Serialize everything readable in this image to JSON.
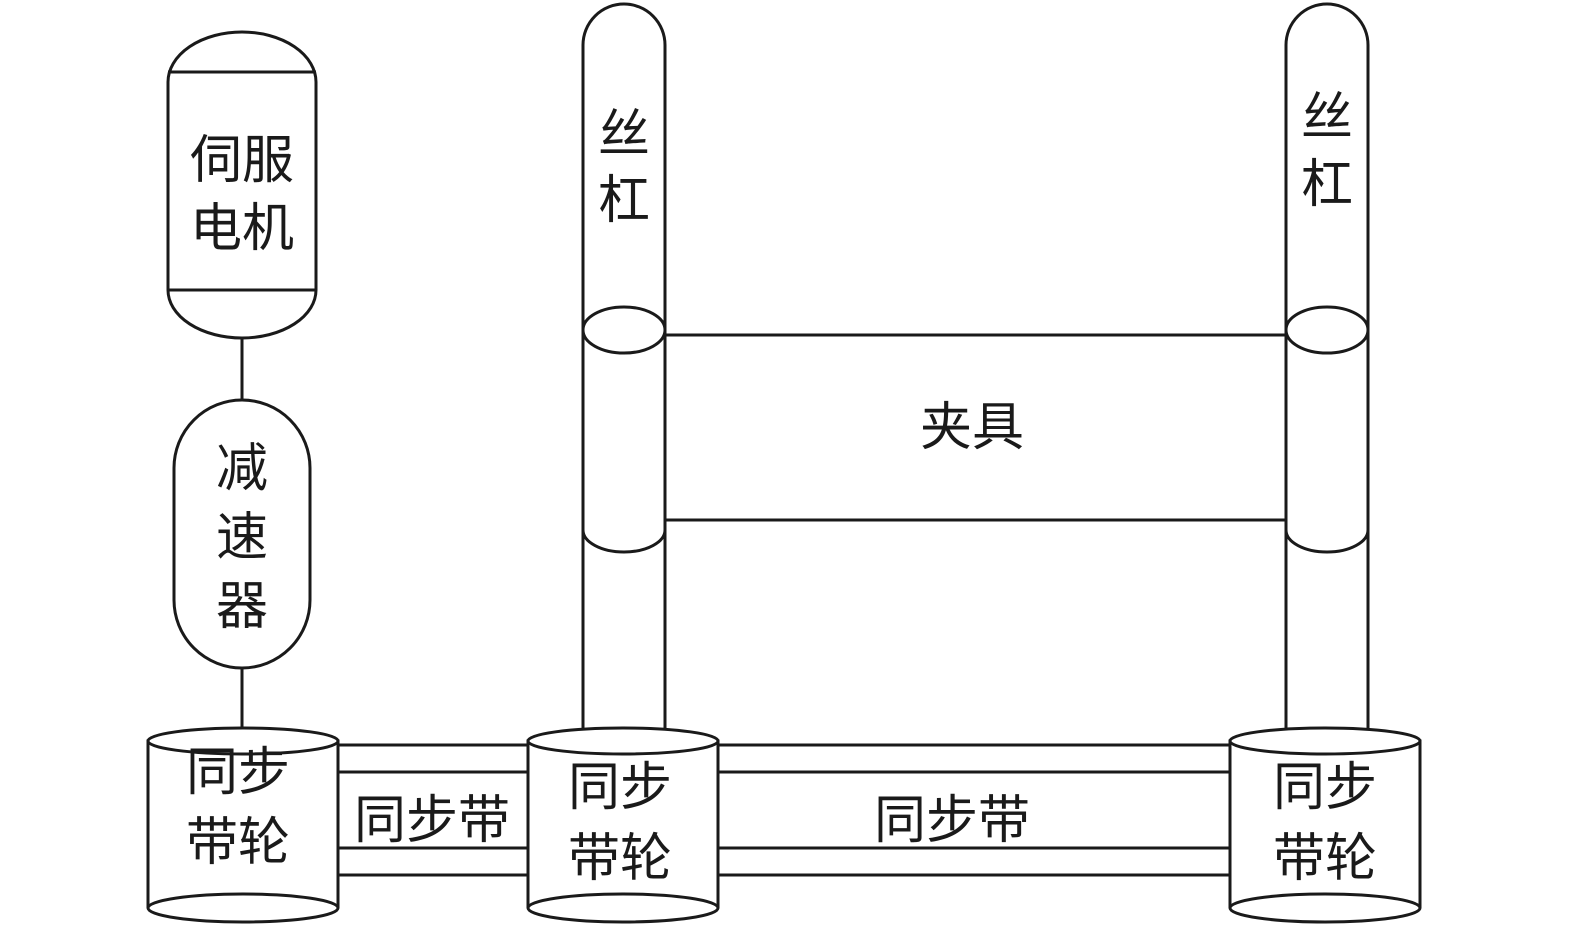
{
  "diagram": {
    "servo_motor": {
      "line1": "伺服",
      "line2": "电机"
    },
    "reducer": {
      "line1": "减",
      "line2": "速",
      "line3": "器"
    },
    "lead_screw_left": {
      "line1": "丝",
      "line2": "杠"
    },
    "lead_screw_right": {
      "line1": "丝",
      "line2": "杠"
    },
    "fixture": {
      "label": "夹具"
    },
    "pulley_left": {
      "line1": "同步",
      "line2": "带轮"
    },
    "pulley_middle": {
      "line1": "同步",
      "line2": "带轮"
    },
    "pulley_right": {
      "line1": "同步",
      "line2": "带轮"
    },
    "belt_left": {
      "label": "同步带"
    },
    "belt_right": {
      "label": "同步带"
    }
  }
}
